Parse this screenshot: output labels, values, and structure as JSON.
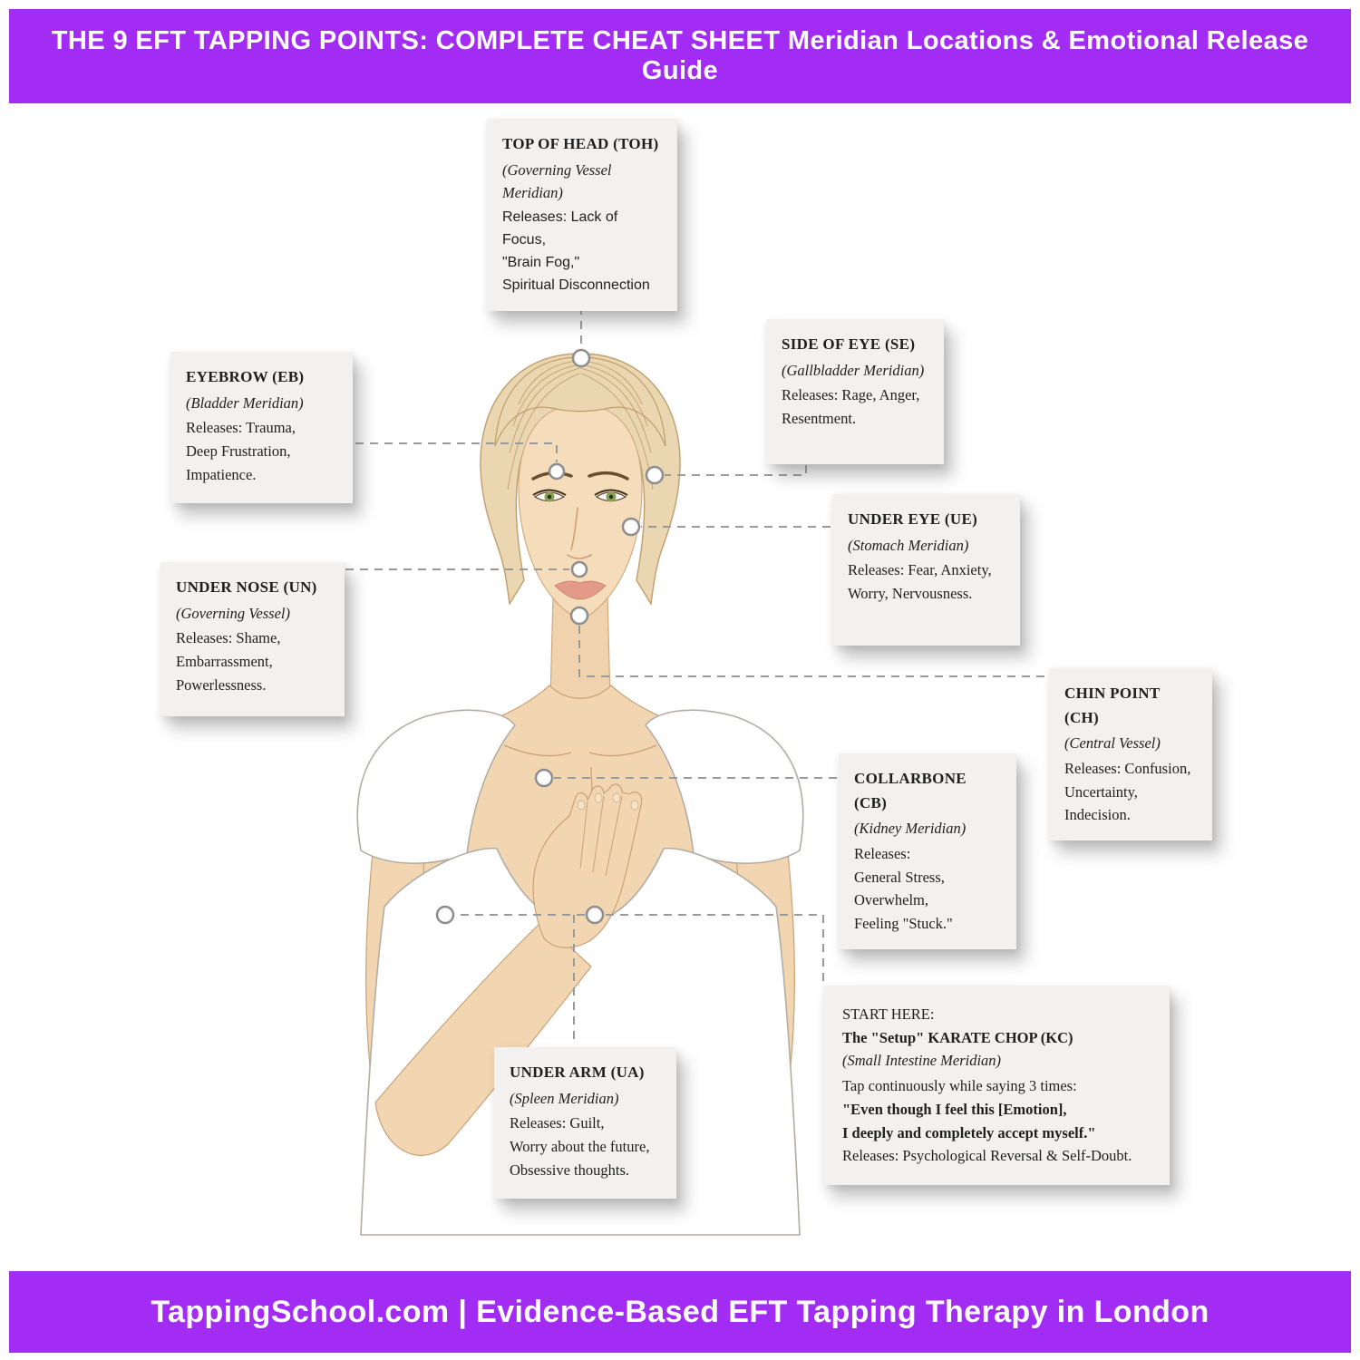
{
  "header": {
    "title": "THE 9 EFT TAPPING POINTS: COMPLETE CHEAT SHEET Meridian Locations & Emotional Release Guide"
  },
  "footer": {
    "text": "TappingSchool.com | Evidence-Based EFT Tapping Therapy in London"
  },
  "colors": {
    "accent_purple": "#A32CF5",
    "card_background": "#F2F1F0",
    "dashed_line": "#9A9A9A",
    "skin": "#F2D6B2",
    "hair": "#EAD6B0"
  },
  "cards": [
    {
      "id": "top-of-head",
      "lines": [
        {
          "t": "TOP OF HEAD (TOH)",
          "s": "title"
        },
        {
          "t": "(Governing Vessel Meridian)",
          "s": "meridian"
        },
        {
          "t": "Releases: Lack of Focus,",
          "s": "sans"
        },
        {
          "t": "\"Brain Fog,\"",
          "s": "sans"
        },
        {
          "t": "Spiritual Disconnection",
          "s": "sans"
        }
      ]
    },
    {
      "id": "eyebrow",
      "lines": [
        {
          "t": "EYEBROW (EB)",
          "s": "title"
        },
        {
          "t": "(Bladder Meridian)",
          "s": "meridian"
        },
        {
          "t": "Releases: Trauma,",
          "s": ""
        },
        {
          "t": "Deep Frustration,",
          "s": ""
        },
        {
          "t": "Impatience.",
          "s": ""
        }
      ]
    },
    {
      "id": "side-of-eye",
      "lines": [
        {
          "t": "SIDE OF EYE (SE)",
          "s": "title"
        },
        {
          "t": "(Gallbladder Meridian)",
          "s": "meridian"
        },
        {
          "t": "Releases: Rage, Anger,",
          "s": ""
        },
        {
          "t": "Resentment.",
          "s": ""
        }
      ]
    },
    {
      "id": "under-eye",
      "lines": [
        {
          "t": "UNDER EYE (UE)",
          "s": "title"
        },
        {
          "t": "(Stomach Meridian)",
          "s": "meridian"
        },
        {
          "t": "Releases: Fear, Anxiety,",
          "s": ""
        },
        {
          "t": "Worry, Nervousness.",
          "s": ""
        }
      ]
    },
    {
      "id": "under-nose",
      "lines": [
        {
          "t": "UNDER NOSE (UN)",
          "s": "title"
        },
        {
          "t": "(Governing Vessel)",
          "s": "meridian"
        },
        {
          "t": "Releases: Shame,",
          "s": ""
        },
        {
          "t": "Embarrassment,",
          "s": ""
        },
        {
          "t": "Powerlessness.",
          "s": ""
        }
      ]
    },
    {
      "id": "chin-point",
      "lines": [
        {
          "t": "CHIN POINT (CH)",
          "s": "title"
        },
        {
          "t": "(Central Vessel)",
          "s": "meridian"
        },
        {
          "t": "Releases: Confusion,",
          "s": ""
        },
        {
          "t": "Uncertainty,",
          "s": ""
        },
        {
          "t": "Indecision.",
          "s": ""
        }
      ]
    },
    {
      "id": "collarbone",
      "lines": [
        {
          "t": "COLLARBONE (CB)",
          "s": "title"
        },
        {
          "t": "(Kidney Meridian)",
          "s": "meridian"
        },
        {
          "t": "Releases:",
          "s": ""
        },
        {
          "t": "General Stress,",
          "s": ""
        },
        {
          "t": "Overwhelm,",
          "s": ""
        },
        {
          "t": "Feeling \"Stuck.\"",
          "s": ""
        }
      ]
    },
    {
      "id": "under-arm",
      "lines": [
        {
          "t": "UNDER ARM (UA)",
          "s": "title"
        },
        {
          "t": "(Spleen Meridian)",
          "s": "meridian"
        },
        {
          "t": "Releases: Guilt,",
          "s": ""
        },
        {
          "t": "Worry about the future,",
          "s": ""
        },
        {
          "t": "Obsessive thoughts.",
          "s": ""
        }
      ]
    },
    {
      "id": "karate-chop",
      "lines": [
        {
          "t": "START HERE:",
          "s": ""
        },
        {
          "t": "The \"Setup\" KARATE CHOP (KC)",
          "s": "bold"
        },
        {
          "t": "(Small Intestine Meridian)",
          "s": "meridian"
        },
        {
          "t": "Tap continuously while saying 3 times:",
          "s": ""
        },
        {
          "t": "\"Even though I feel this [Emotion],",
          "s": "bold"
        },
        {
          "t": "I deeply and completely accept myself.\"",
          "s": "bold"
        },
        {
          "t": "Releases: Psychological Reversal & Self-Doubt.",
          "s": ""
        }
      ]
    }
  ]
}
